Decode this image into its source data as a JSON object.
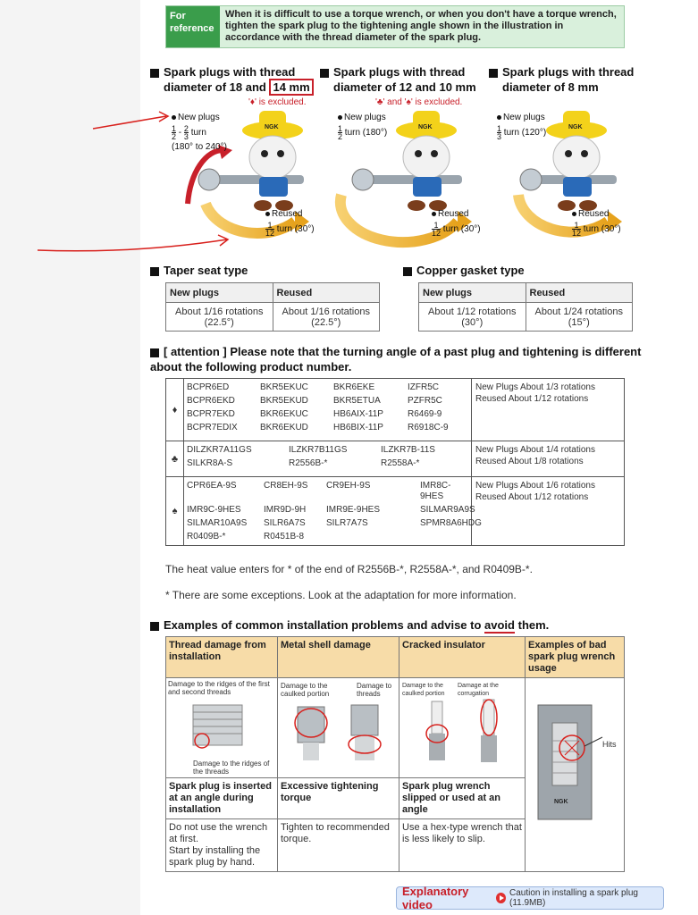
{
  "reference": {
    "tag": "For reference",
    "text": "When it is difficult to use a torque wrench, or when you don't have a torque wrench, tighten the spark plug to the tightening angle shown in the illustration in accordance with the thread diameter of the spark plug."
  },
  "plugs": [
    {
      "line1": "Spark plugs with thread",
      "line2a": "diameter of 18 and ",
      "line2b": "14 mm",
      "excluded": "'♦' is excluded.",
      "new_label": "New plugs",
      "frac_a_num": "1",
      "frac_a_den": "2",
      "frac_sep": "-",
      "frac_b_num": "2",
      "frac_b_den": "3",
      "new_turn": "turn",
      "new_deg": "(180° to 240°)",
      "reused_label": "Reused",
      "reused_num": "1",
      "reused_den": "12",
      "reused_turn": "turn (30°)"
    },
    {
      "line1": "Spark plugs with thread",
      "line2": "diameter of 12 and 10 mm",
      "excluded": "'♣' and '♠' is excluded.",
      "new_label": "New plugs",
      "frac_num": "1",
      "frac_den": "2",
      "new_turn": "turn (180°)",
      "reused_label": "Reused",
      "reused_num": "1",
      "reused_den": "12",
      "reused_turn": "turn (30°)"
    },
    {
      "line1": "Spark plugs with thread",
      "line2": "diameter of 8 mm",
      "new_label": "New plugs",
      "frac_num": "1",
      "frac_den": "3",
      "new_turn": "turn (120°)",
      "reused_label": "Reused",
      "reused_num": "1",
      "reused_den": "12",
      "reused_turn": "turn (30°)"
    }
  ],
  "brand": "NGK",
  "taper": {
    "title": "Taper seat type",
    "headers": [
      "New plugs",
      "Reused"
    ],
    "row": [
      "About 1/16 rotations",
      "(22.5°)",
      "About 1/16 rotations",
      "(22.5°)"
    ]
  },
  "copper": {
    "title": "Copper gasket type",
    "headers": [
      "New plugs",
      "Reused"
    ],
    "row": [
      "About 1/12 rotations",
      "(30°)",
      "About 1/24 rotations",
      "(15°)"
    ]
  },
  "attention": {
    "line1": "[ attention ] Please note that the turning angle of a past plug and tightening is different",
    "line2": "about the following product number."
  },
  "groups": [
    {
      "symbol": "♦",
      "items": [
        "BCPR6ED",
        "BKR5EKUC",
        "BKR6EKE",
        "IZFR5C",
        "BCPR6EKD",
        "BKR5EKUD",
        "BKR5ETUA",
        "PZFR5C",
        "BCPR7EKD",
        "BKR6EKUC",
        "HB6AIX-11P",
        "R6469-9",
        "BCPR7EDIX",
        "BKR6EKUD",
        "HB6BIX-11P",
        "R6918C-9"
      ],
      "note1": "New Plugs About 1/3 rotations",
      "note2": "Reused About 1/12 rotations"
    },
    {
      "symbol": "♣",
      "items": [
        "DILZKR7A11GS",
        "ILZKR7B11GS",
        "ILZKR7B-11S",
        "SILKR8A-S",
        "R2556B-*",
        "R2558A-*"
      ],
      "note1": "New Plugs About 1/4 rotations",
      "note2": "Reused About 1/8 rotations"
    },
    {
      "symbol": "♠",
      "items": [
        "CPR6EA-9S",
        "CR8EH-9S",
        "CR9EH-9S",
        "IMR8C-9HES",
        "IMR9C-9HES",
        "IMR9D-9H",
        "IMR9E-9HES",
        "SILMAR9A9S",
        "SILMAR10A9S",
        "SILR6A7S",
        "SILR7A7S",
        "SPMR8A6HDG",
        "R0409B-*",
        "R0451B-8"
      ],
      "note1": "New Plugs About 1/6 rotations",
      "note2": "Reused About 1/12 rotations"
    }
  ],
  "heat_note": "The heat value enters for * of the end of R2556B-*, R2558A-*, and R0409B-*.",
  "exceptions": "* There are some exceptions. Look at the adaptation for more information.",
  "problems": {
    "title_a": "Examples of common installation problems and advise to ",
    "title_b": "avoid",
    "title_c": " them.",
    "headers": [
      "Thread damage from installation",
      "Metal shell damage",
      "Cracked insulator",
      "Examples of bad spark plug wrench usage"
    ],
    "img1": {
      "top": "Damage to the ridges of the first and second threads",
      "bottom": "Damage to the ridges of the threads"
    },
    "img2": {
      "a": "Damage to the caulked portion",
      "b": "Damage to threads"
    },
    "img3": {
      "a": "Damage to the caulked portion",
      "b": "Damage at the corrugation"
    },
    "img4": {
      "hits": "Hits"
    },
    "causes": [
      "Spark plug is inserted at an angle during installation",
      "Excessive tightening torque",
      "Spark plug wrench slipped or used at an angle"
    ],
    "advice": [
      "Do not use the wrench at first.",
      "Start by installing the spark plug by hand.",
      "Tighten to recommended torque.",
      "Use a hex-type wrench that is less likely to slip."
    ]
  },
  "video": {
    "label": "Explanatory video",
    "caption": "Caution in installing a spark plug (11.9MB)"
  }
}
